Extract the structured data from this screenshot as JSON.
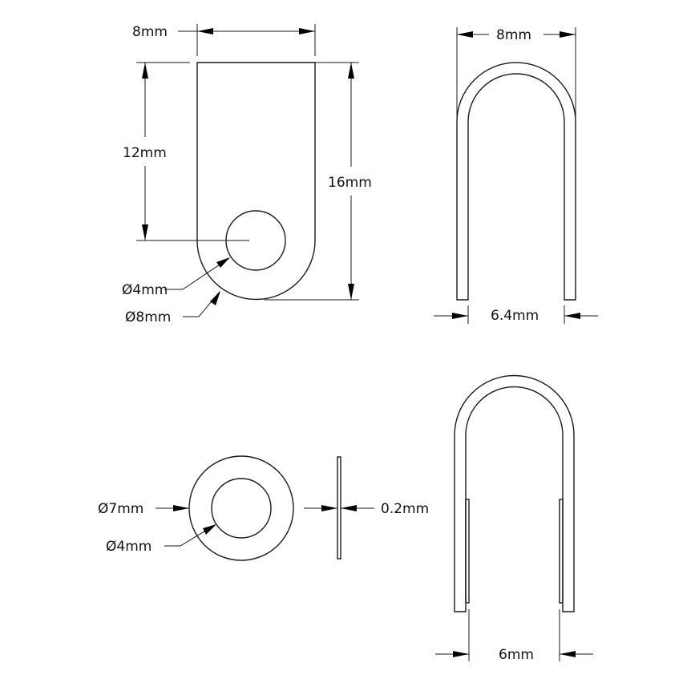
{
  "drawing": {
    "views": {
      "clip_flat": {
        "width_label": "8mm",
        "hole_offset_label": "12mm",
        "length_label": "16mm",
        "hole_diameter_label": "Ø4mm",
        "end_diameter_label": "Ø8mm"
      },
      "clip_bent_top": {
        "outer_width_label": "8mm",
        "leg_gap_label": "6.4mm"
      },
      "washer_face": {
        "outer_diameter_label": "Ø7mm",
        "inner_diameter_label": "Ø4mm"
      },
      "washer_edge": {
        "thickness_label": "0.2mm"
      },
      "clip_bent_with_washer": {
        "inner_gap_label": "6mm"
      }
    },
    "colors": {
      "line": "#1a1a1a",
      "background": "#ffffff"
    }
  }
}
